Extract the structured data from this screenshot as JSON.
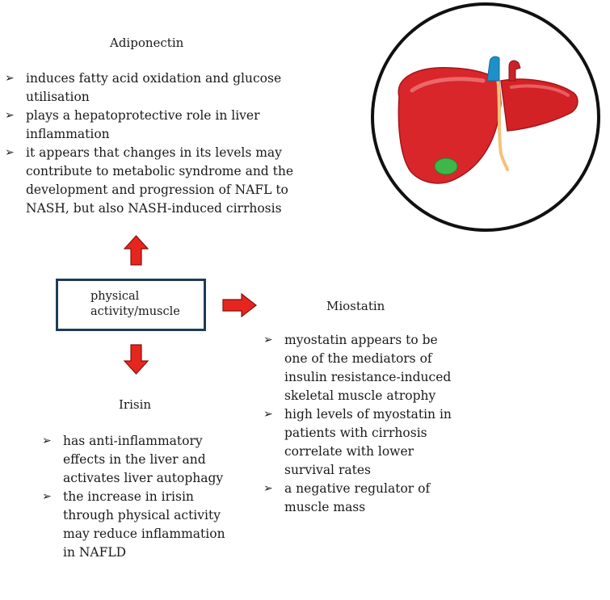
{
  "center": {
    "label_line1": "physical",
    "label_line2": "activity/muscle"
  },
  "adiponectin": {
    "title": "Adiponectin",
    "bullets": [
      " induces fatty acid oxidation and glucose utilisation",
      "plays a hepatoprotective role in liver inflammation",
      "it appears that changes in its levels may contribute to metabolic syndrome and the development and progression of NAFL to NASH, but also NASH-induced cirrhosis"
    ]
  },
  "irisin": {
    "title": "Irisin",
    "bullets": [
      "has anti-inflammatory effects in the liver and activates liver autophagy",
      "the increase in irisin through physical activity may reduce inflammation in NAFLD"
    ]
  },
  "miostatin": {
    "title": "Miostatin",
    "bullets": [
      "myostatin appears to be one of the mediators of insulin resistance-induced skeletal muscle atrophy",
      "high levels of myostatin in patients with cirrhosis correlate with lower survival rates",
      "a negative regulator of muscle mass"
    ]
  },
  "colors": {
    "arrow": "#e5261f",
    "arrow_outline": "#8a0f0a",
    "box_border": "#1f3b57",
    "liver": "#d8262b",
    "gallbladder": "#3cb84a"
  },
  "icons": {
    "bullet": "arrowhead-bullet-icon",
    "illustration": "liver-icon"
  }
}
